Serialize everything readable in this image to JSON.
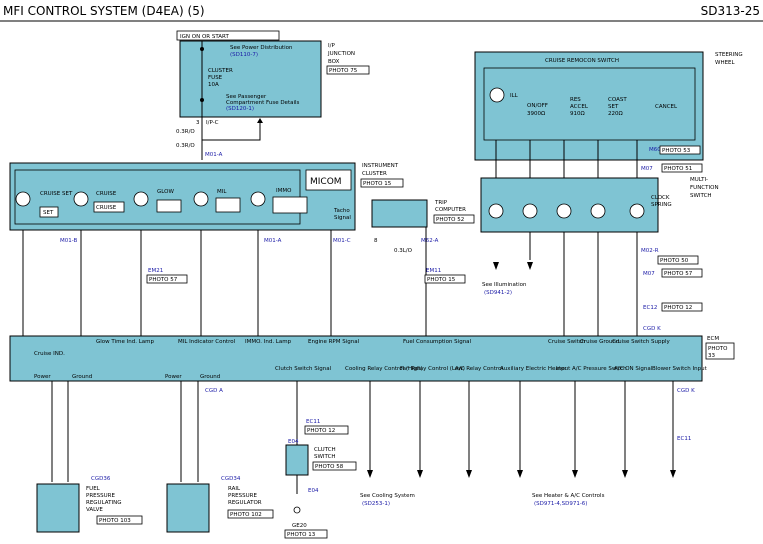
{
  "header": {
    "title": "MFI CONTROL SYSTEM (D4EA) (5)",
    "code": "SD313-25"
  },
  "top": {
    "ign": "IGN ON OR START",
    "see_power": "See Power Distribution",
    "see_power_ref": "(SD110-7)",
    "fuse1": "CLUSTER",
    "fuse2": "FUSE",
    "fuse3": "10A",
    "see_pass": "See Passenger",
    "see_pass2": "Compartment Fuse Details",
    "see_pass_ref": "(SD120-1)",
    "ij1": "I/P",
    "ij2": "JUNCTION",
    "ij3": "BOX",
    "ij_photo": "PHOTO 75",
    "pin": "3",
    "pin_conn": "I/P-C",
    "w1": "0.3R/O",
    "w2": "0.3R/O",
    "conn": "M01-A"
  },
  "cluster": {
    "title1": "INSTRUMENT",
    "title2": "CLUSTER",
    "photo": "PHOTO 15",
    "lamps": [
      "CRUISE SET",
      "CRUISE",
      "GLOW",
      "MIL",
      "IMMO"
    ],
    "boxes": [
      "SET",
      "CRUISE"
    ],
    "micom": "MICOM",
    "tacho1": "Tacho",
    "tacho2": "Signal"
  },
  "trip": {
    "t1": "TRIP",
    "t2": "COMPUTER",
    "photo": "PHOTO 52",
    "conn": "M62-A",
    "pin": "8",
    "w": "0.3L/O"
  },
  "sw_remote": {
    "title": "CRUISE REMOCON SWITCH",
    "wheel1": "STEERING",
    "wheel2": "WHEEL",
    "ill": "ILL",
    "onoff": "ON/OFF",
    "r1": "3900Ω",
    "res1": "RES",
    "res2": "ACCEL",
    "r2": "910Ω",
    "coast": "COAST",
    "set": "SET",
    "r3": "220Ω",
    "cancel": "CANCEL",
    "conn": "M60",
    "photo": "PHOTO 53"
  },
  "clock": {
    "t1": "CLOCK",
    "t2": "SPRING",
    "mf1": "MULTI-",
    "mf2": "FUNCTION",
    "mf3": "SWITCH",
    "conn": "M02-R",
    "photo": "PHOTO 50",
    "top_conn": "M07",
    "top_photo": "PHOTO 51"
  },
  "rows": {
    "m01b": "M01-B",
    "m01c": "M01-C",
    "m01a": "M01-A",
    "em21": "EM21",
    "em21_photo": "PHOTO 57",
    "em11": "EM11",
    "em11_photo": "PHOTO 15",
    "m07": "M07",
    "m07_photo": "PHOTO 57",
    "ec12": "EC12",
    "ec12_photo": "PHOTO 12",
    "cgd_k": "CGD K"
  },
  "see_illum": "See Illumination",
  "see_illum_ref": "(SD941-2)",
  "ecm": {
    "t1": "ECM",
    "photo1": "PHOTO",
    "photo2": "33",
    "labels": [
      "Cruise IND.",
      "Glow Time Ind. Lamp",
      "MIL Indicator Control",
      "IMMO. Ind. Lamp",
      "Engine RPM Signal",
      "Fuel Consumption Signal",
      "Cruise Switch",
      "Cruise Ground",
      "Cruise Switch Supply"
    ],
    "bottom": [
      "Power",
      "Ground",
      "Power",
      "Ground",
      "Clutch Switch Signal",
      "Cooling Relay Control (High)",
      "Fan Relay Control (Low)",
      "A/C Relay Control",
      "Auxiliary Electric Heater",
      "Input A/C Pressure Switch",
      "A/C ON Signal",
      "Blower Switch Input"
    ],
    "cgd_a": "CGD A",
    "cgd_k2": "CGD K"
  },
  "lower": {
    "frpv1": "FUEL",
    "frpv2": "PRESSURE",
    "frpv3": "REGULATING",
    "frpv4": "VALVE",
    "frpv_photo": "PHOTO 103",
    "frpv_conn": "CGD36",
    "rps1": "RAIL",
    "rps2": "PRESSURE",
    "rps3": "REGULATOR",
    "rps_photo": "PHOTO 102",
    "rps_conn": "CGD34",
    "clutch1": "CLUTCH",
    "clutch2": "SWITCH",
    "clutch_photo": "PHOTO 58",
    "e04": "E04",
    "e04b": "E04",
    "ec11": "EC11",
    "ec11_photo": "PHOTO 12",
    "ground": "GE20",
    "ground_photo": "PHOTO 13",
    "see_cool": "See Cooling System",
    "see_cool_ref": "(SD253-1)",
    "see_heat": "See Heater & A/C Controls",
    "see_heat_ref": "(SD971-4,SD971-6)",
    "ec11b": "EC11"
  }
}
